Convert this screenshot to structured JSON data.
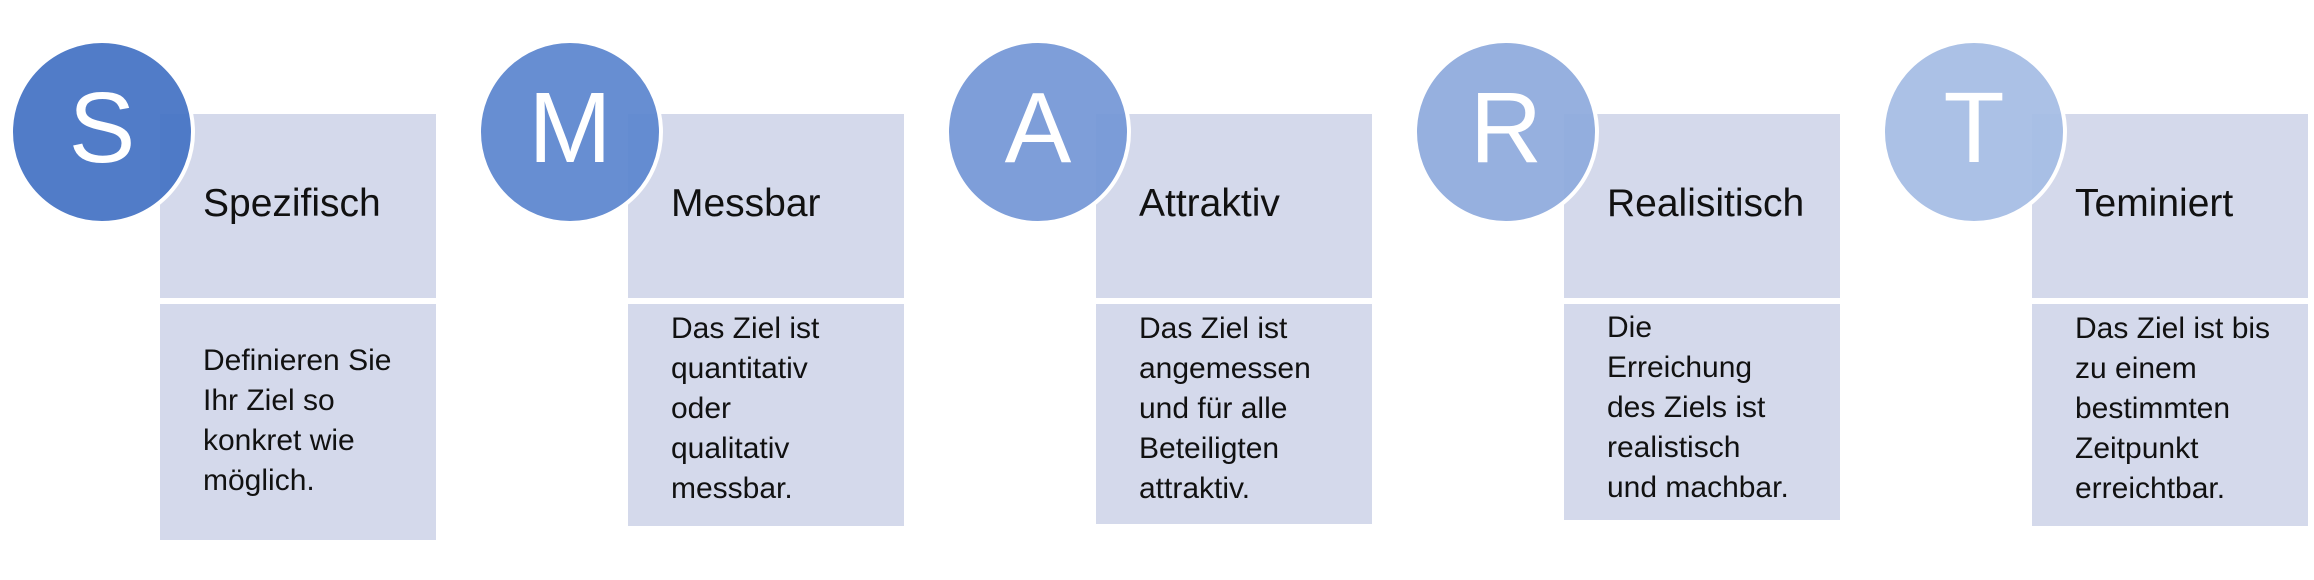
{
  "diagram": {
    "items": [
      {
        "letter": "S",
        "title": "Spezifisch",
        "lines": [
          "Definieren Sie",
          "Ihr Ziel so",
          "konkret wie",
          "möglich."
        ],
        "color": "#4472c4"
      },
      {
        "letter": "M",
        "title": "Messbar",
        "lines": [
          "Das Ziel ist",
          "quantitativ",
          "oder",
          "qualitativ",
          "messbar."
        ],
        "color": "#5b85cf"
      },
      {
        "letter": "A",
        "title": "Attraktiv",
        "lines": [
          "Das Ziel ist",
          "angemessen",
          "und für alle",
          "Beteiligten",
          "attraktiv."
        ],
        "color": "#7497d6"
      },
      {
        "letter": "R",
        "title": "Realisitisch",
        "lines": [
          "Die",
          "Erreichung",
          "des Ziels ist",
          "realistisch",
          "und machbar."
        ],
        "color": "#8eaadd"
      },
      {
        "letter": "T",
        "title": "Teminiert",
        "lines": [
          "Das Ziel ist bis",
          "zu einem",
          "bestimmten",
          "Zeitpunkt",
          "erreichtbar."
        ],
        "color": "#a5bce4"
      }
    ],
    "box_color": "#d4d9eb"
  }
}
